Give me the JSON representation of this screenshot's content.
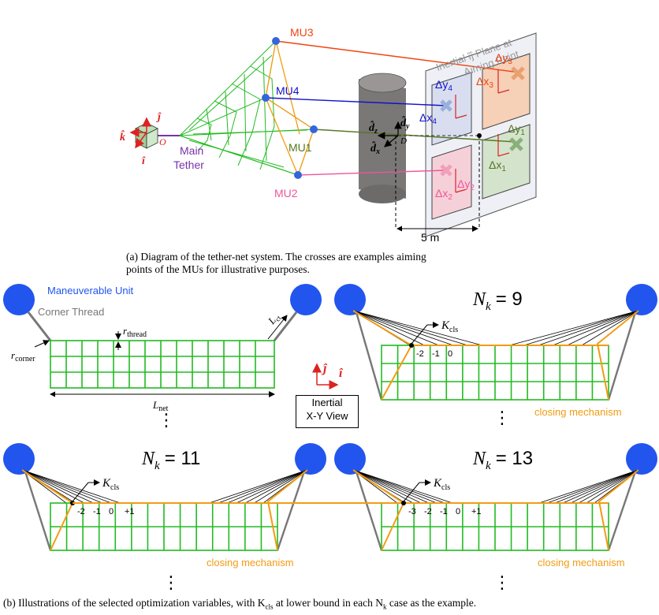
{
  "part_a": {
    "labels": {
      "mu3": "MU3",
      "mu4": "MU4",
      "mu1": "MU1",
      "mu2": "MU2",
      "main_tether_1": "Main",
      "main_tether_2": "Tether",
      "plane_1": "Inertial îĵ Plane at",
      "plane_2": "Aiming Point",
      "dx1": "Δx",
      "dy1": "Δy",
      "dx2": "Δx",
      "dy2": "Δy",
      "dx3": "Δx",
      "dy3": "Δy",
      "dx4": "Δx",
      "dy4": "Δy",
      "sub1": "1",
      "sub2": "2",
      "sub3": "3",
      "sub4": "4",
      "dz": "d̂",
      "dzs": "z",
      "dy": "d̂",
      "dys": "y",
      "dxx": "d̂",
      "dxs": "x",
      "D": "D",
      "O": "O",
      "i_hat": "î",
      "j_hat": "ĵ",
      "k_hat": "k̂",
      "dist": "5 m"
    },
    "caption_1": "(a) Diagram of the tether-net system. The crosses are examples aiming",
    "caption_2": "points of the MUs for illustrative purposes."
  },
  "part_b": {
    "labels": {
      "maneuverable_unit": "Maneuverable Unit",
      "corner_thread": "Corner Thread",
      "r_thread": "r",
      "r_thread_sub": "thread",
      "r_corner": "r",
      "r_corner_sub": "corner",
      "l_ct": "L",
      "l_ct_sub": "ct",
      "l_net": "L",
      "l_net_sub": "net",
      "k_cls": "K",
      "k_cls_sub": "cls",
      "inertial_1": "Inertial",
      "inertial_2": "X-Y View",
      "i_hat": "î",
      "j_hat": "ĵ",
      "nk": "N",
      "nk_sub": "k",
      "nk9": "= 9",
      "nk11": "= 11",
      "nk13": "= 13",
      "closing": "closing mechanism",
      "ellipsis": "⋮",
      "ticks_9": [
        "-2",
        "-1",
        "0"
      ],
      "ticks_11": [
        "-2",
        "-1",
        "0",
        "+1"
      ],
      "ticks_13": [
        "-3",
        "-2",
        "-1",
        "0",
        "+1"
      ]
    },
    "caption": "(b) Illustrations of the selected optimization variables, with K",
    "caption_sub": "cls",
    "caption_mid": " at lower bound in each N",
    "caption_sub2": "k",
    "caption_end": " case as the example."
  },
  "colors": {
    "net": "#22bb22",
    "mu": "#3366dd",
    "mu3": "#ee4411",
    "mu4": "#1111cc",
    "mu1": "#557722",
    "mu2": "#ee5599",
    "tether": "#7733aa",
    "orange": "#f29c11",
    "thread": "#777777"
  }
}
